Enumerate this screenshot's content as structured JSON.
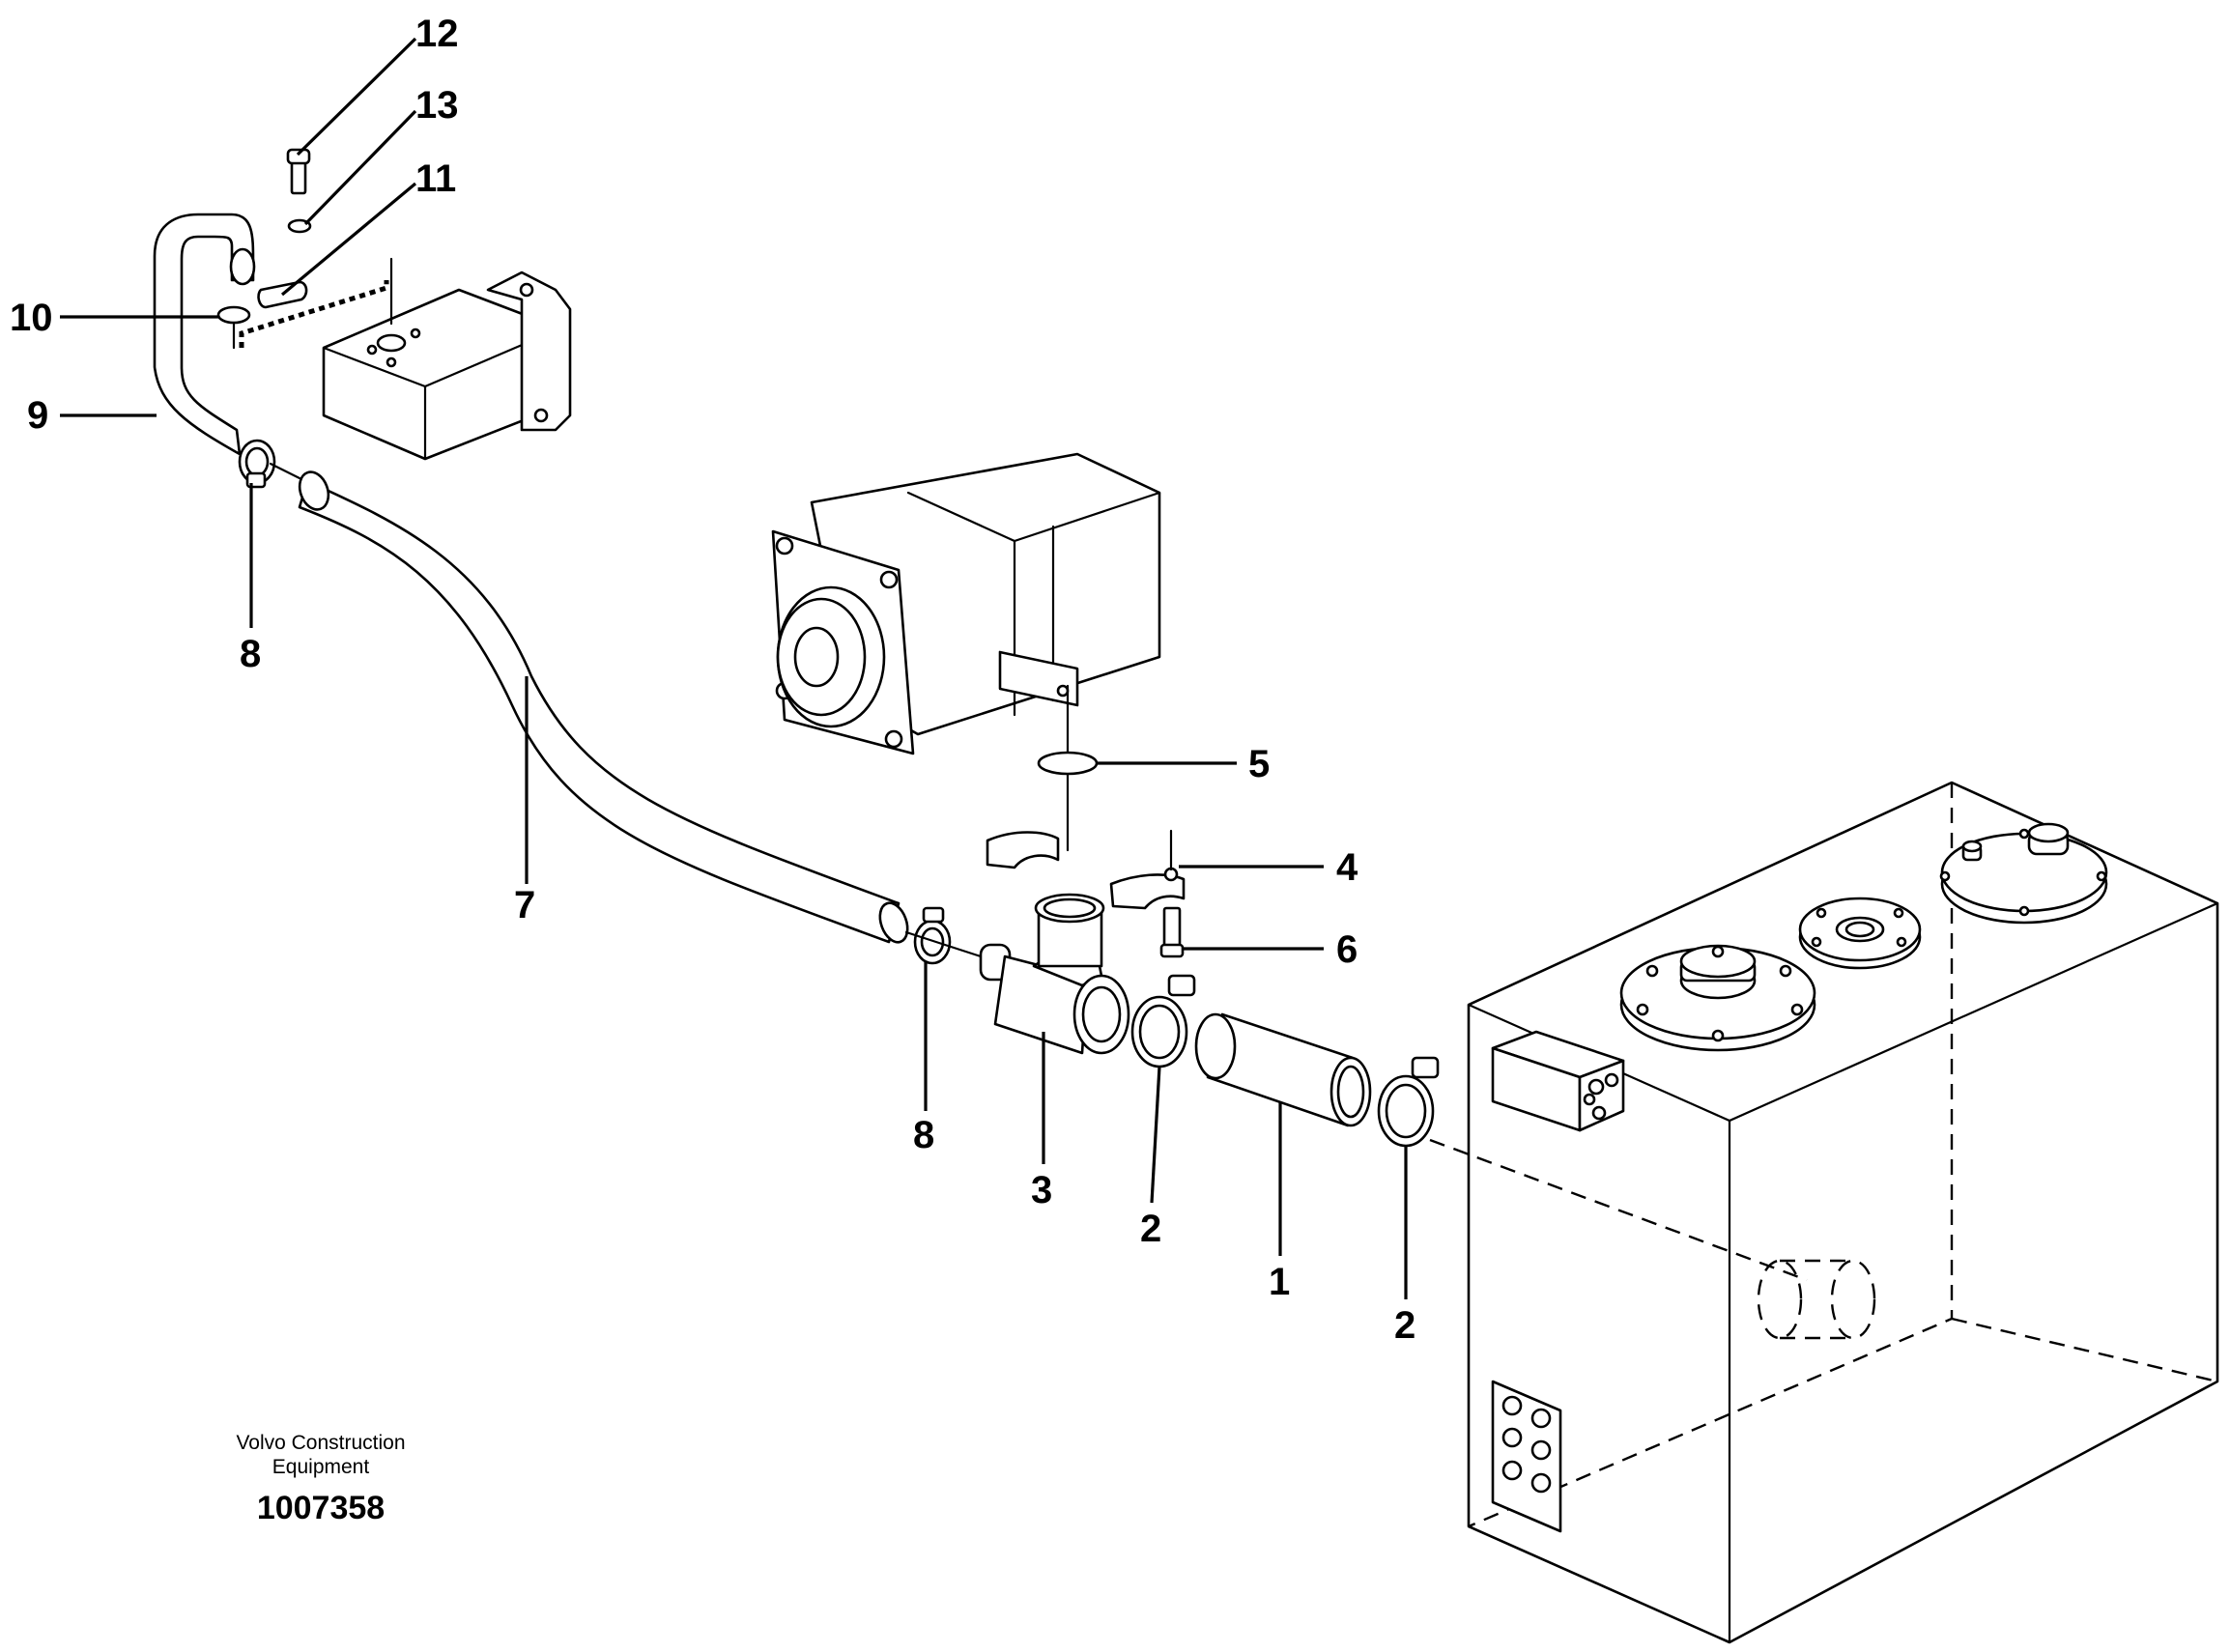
{
  "callouts": {
    "c12": "12",
    "c13": "13",
    "c11": "11",
    "c10": "10",
    "c9": "9",
    "c8a": "8",
    "c7": "7",
    "c5": "5",
    "c4": "4",
    "c6": "6",
    "c8b": "8",
    "c3": "3",
    "c2a": "2",
    "c1": "1",
    "c2b": "2"
  },
  "footer": {
    "brand_line1": "Volvo Construction",
    "brand_line2": "Equipment",
    "drawing_number": "1007358"
  }
}
